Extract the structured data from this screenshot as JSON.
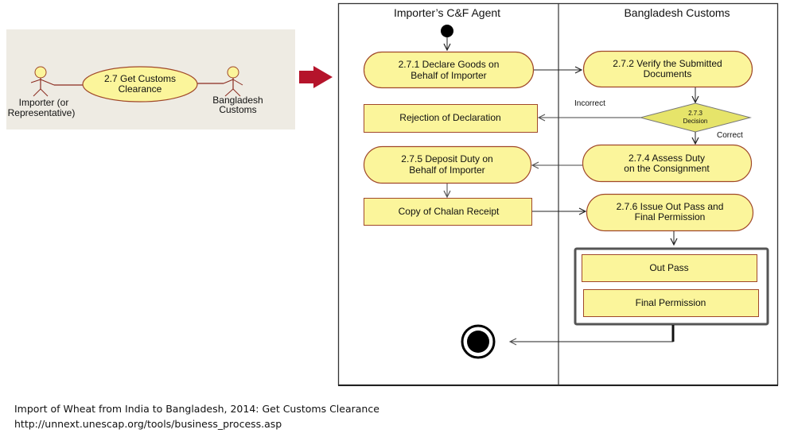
{
  "use_case_panel": {
    "actors": {
      "importer": {
        "line1": "Importer (or",
        "line2": "Representative)"
      },
      "customs": {
        "line1": "Bangladesh",
        "line2": "Customs"
      }
    },
    "use_case": {
      "line1": "2.7 Get Customs",
      "line2": "Clearance"
    }
  },
  "transition_arrow": {
    "icon": "right-arrow-icon",
    "color": "#b5142b"
  },
  "swimlanes": {
    "left": {
      "title": "Importer’s C&F Agent"
    },
    "right": {
      "title": "Bangladesh Customs"
    }
  },
  "activities": {
    "a271": {
      "line1": "2.7.1 Declare Goods on",
      "line2": "Behalf of Importer"
    },
    "a272": {
      "line1": "2.7.2 Verify the Submitted",
      "line2": "Documents"
    },
    "a273": {
      "line1": "2.7.3",
      "line2": "Decision"
    },
    "a274": {
      "line1": "2.7.4 Assess Duty",
      "line2": "on the Consignment"
    },
    "a275": {
      "line1": "2.7.5 Deposit Duty on",
      "line2": "Behalf of Importer"
    },
    "a276": {
      "line1": "2.7.6 Issue Out Pass and",
      "line2": "Final Permission"
    }
  },
  "objects": {
    "rejection": "Rejection of Declaration",
    "chalan": "Copy of Chalan Receipt",
    "out_pass": "Out Pass",
    "final_permission": "Final Permission"
  },
  "guards": {
    "incorrect": "Incorrect",
    "correct": "Correct"
  },
  "colors": {
    "fill": "#fbf59b",
    "stroke": "#a0482a",
    "panel_bg": "#eeebe3"
  },
  "caption": {
    "title": "Import of Wheat from India to Bangladesh, 2014: Get Customs Clearance",
    "source": "http://unnext.unescap.org/tools/business_process.asp"
  }
}
